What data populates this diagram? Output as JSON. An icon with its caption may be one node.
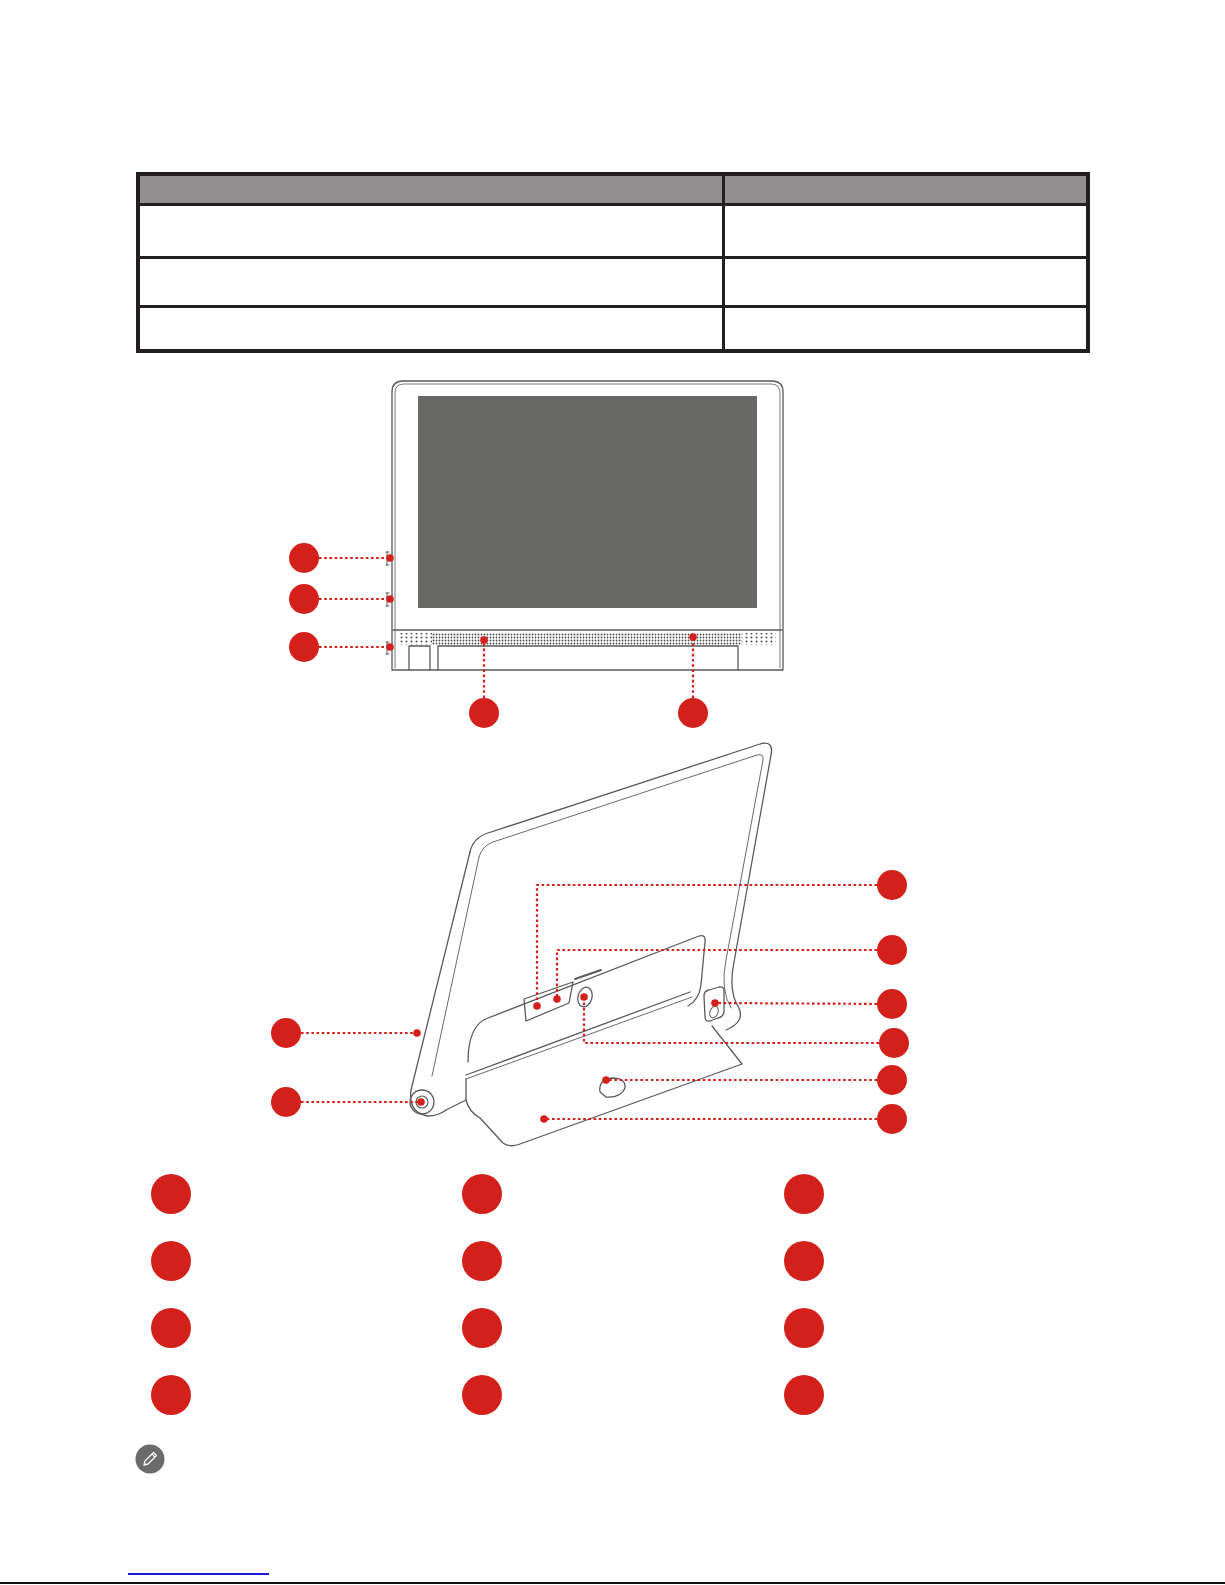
{
  "diagram": {
    "nodes": [
      {
        "text": [],
        "shape": "circle"
      },
      {
        "text": [],
        "shape": "circle"
      },
      {
        "text": [],
        "shape": "circle"
      },
      {
        "text": [],
        "shape": "circle"
      },
      {
        "text": [],
        "shape": "circle"
      },
      {
        "text": [],
        "shape": "circle"
      },
      {
        "text": [],
        "shape": "circle"
      },
      {
        "text": [],
        "shape": "circle"
      },
      {
        "text": [],
        "shape": "circle"
      },
      {
        "text": [],
        "shape": "circle"
      },
      {
        "text": [],
        "shape": "circle"
      },
      {
        "text": [],
        "shape": "circle"
      },
      {
        "text": [],
        "shape": "circle"
      },
      {
        "text": [],
        "shape": "circle"
      },
      {
        "text": [],
        "shape": "circle"
      },
      {
        "text": [],
        "shape": "circle"
      },
      {
        "text": [],
        "shape": "circle"
      },
      {
        "text": [],
        "shape": "circle"
      },
      {
        "text": [],
        "shape": "circle"
      },
      {
        "text": [],
        "shape": "circle"
      },
      {
        "text": [],
        "shape": "circle"
      },
      {
        "text": [],
        "shape": "circle"
      },
      {
        "text": [],
        "shape": "circle"
      },
      {
        "text": [],
        "shape": "circle"
      },
      {
        "text": [],
        "shape": "circle"
      }
    ],
    "edges": [
      {
        "from": 0,
        "to": null,
        "arrow": "other"
      },
      {
        "from": 1,
        "to": null,
        "arrow": "other"
      },
      {
        "from": 2,
        "to": null,
        "arrow": "other"
      },
      {
        "from": 3,
        "to": null,
        "arrow": "other"
      },
      {
        "from": 4,
        "to": null,
        "arrow": "other"
      },
      {
        "from": 5,
        "to": null,
        "arrow": "other"
      },
      {
        "from": 6,
        "to": null,
        "arrow": "other"
      },
      {
        "from": 7,
        "to": null,
        "arrow": "other"
      },
      {
        "from": 8,
        "to": null,
        "arrow": "other"
      },
      {
        "from": 9,
        "to": null,
        "arrow": "other"
      },
      {
        "from": 10,
        "to": null,
        "arrow": "other"
      },
      {
        "from": 11,
        "to": null,
        "arrow": "other"
      },
      {
        "from": 12,
        "to": null,
        "arrow": "other"
      }
    ]
  }
}
